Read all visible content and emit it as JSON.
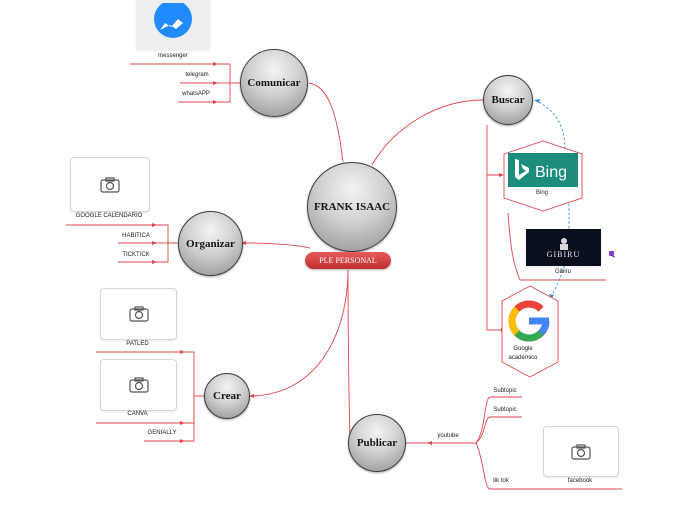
{
  "root": {
    "title": "FRANK ISAAC",
    "badge": "PLE PERSONAL"
  },
  "branches": {
    "comunicar": {
      "title": "Comunicar",
      "items": [
        "messenger",
        "telegram",
        "whatsAPP"
      ]
    },
    "organizar": {
      "title": "Organizar",
      "items": [
        "GOOGLE CALENDARIO",
        "HABITICA",
        "TICKTICK"
      ]
    },
    "crear": {
      "title": "Crear",
      "items": [
        "PATLED",
        "CANVA",
        "GENIALLY"
      ]
    },
    "buscar": {
      "title": "Buscar",
      "items": [
        "Bing",
        "Gibiru",
        "Google\nacadémico"
      ]
    },
    "publicar": {
      "title": "Publicar",
      "items": [
        "youtube",
        "Subtopic",
        "Subtopic",
        "tik tok",
        "facebook"
      ]
    }
  },
  "logos": {
    "bing": "Bing",
    "gibiru": "GIBIRU"
  },
  "colors": {
    "line": "#e0474c",
    "dashed": "#3a8fd6",
    "bing": "#1c8c7d",
    "messenger": "#1f8bff"
  },
  "icons": [
    "messenger-icon",
    "camera-icon",
    "bing-logo",
    "gibiru-logo",
    "google-logo"
  ]
}
